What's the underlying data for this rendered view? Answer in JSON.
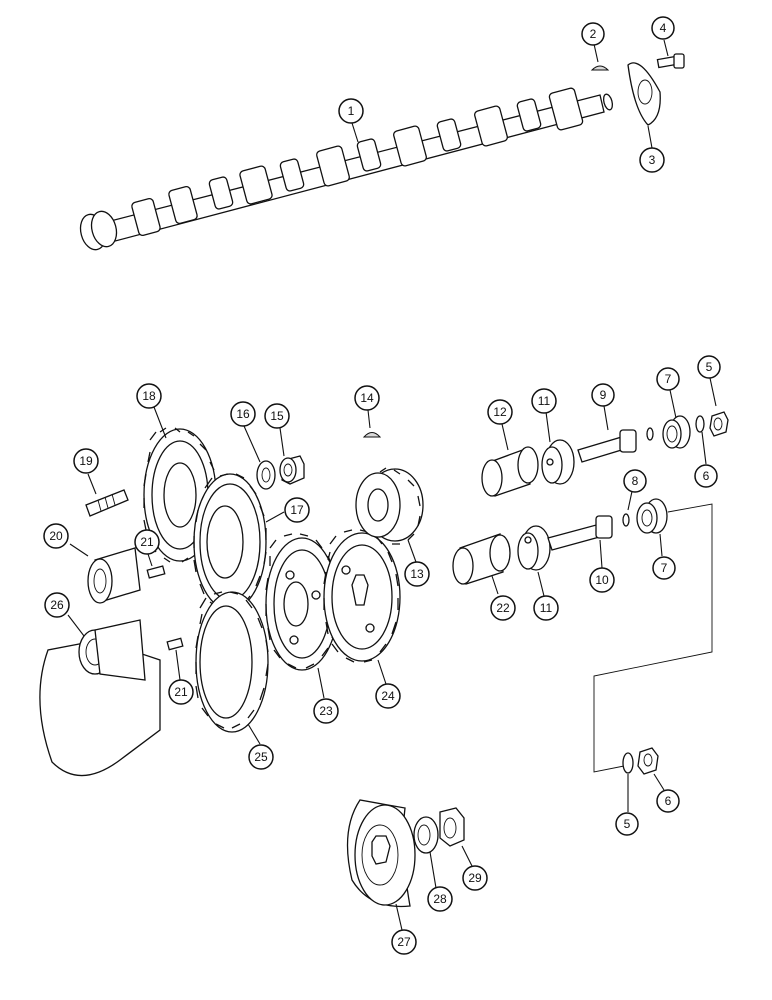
{
  "callouts": [
    {
      "id": "c1",
      "label": "1"
    },
    {
      "id": "c2",
      "label": "2"
    },
    {
      "id": "c3",
      "label": "3"
    },
    {
      "id": "c4",
      "label": "4"
    },
    {
      "id": "c5a",
      "label": "5"
    },
    {
      "id": "c5b",
      "label": "5"
    },
    {
      "id": "c6a",
      "label": "6"
    },
    {
      "id": "c6b",
      "label": "6"
    },
    {
      "id": "c7a",
      "label": "7"
    },
    {
      "id": "c7b",
      "label": "7"
    },
    {
      "id": "c8",
      "label": "8"
    },
    {
      "id": "c9",
      "label": "9"
    },
    {
      "id": "c10",
      "label": "10"
    },
    {
      "id": "c11a",
      "label": "11"
    },
    {
      "id": "c11b",
      "label": "11"
    },
    {
      "id": "c12",
      "label": "12"
    },
    {
      "id": "c13",
      "label": "13"
    },
    {
      "id": "c14",
      "label": "14"
    },
    {
      "id": "c15",
      "label": "15"
    },
    {
      "id": "c16",
      "label": "16"
    },
    {
      "id": "c17",
      "label": "17"
    },
    {
      "id": "c18",
      "label": "18"
    },
    {
      "id": "c19",
      "label": "19"
    },
    {
      "id": "c20",
      "label": "20"
    },
    {
      "id": "c21a",
      "label": "21"
    },
    {
      "id": "c21b",
      "label": "21"
    },
    {
      "id": "c22",
      "label": "22"
    },
    {
      "id": "c23",
      "label": "23"
    },
    {
      "id": "c24",
      "label": "24"
    },
    {
      "id": "c25",
      "label": "25"
    },
    {
      "id": "c26",
      "label": "26"
    },
    {
      "id": "c27",
      "label": "27"
    },
    {
      "id": "c28",
      "label": "28"
    },
    {
      "id": "c29",
      "label": "29"
    }
  ]
}
